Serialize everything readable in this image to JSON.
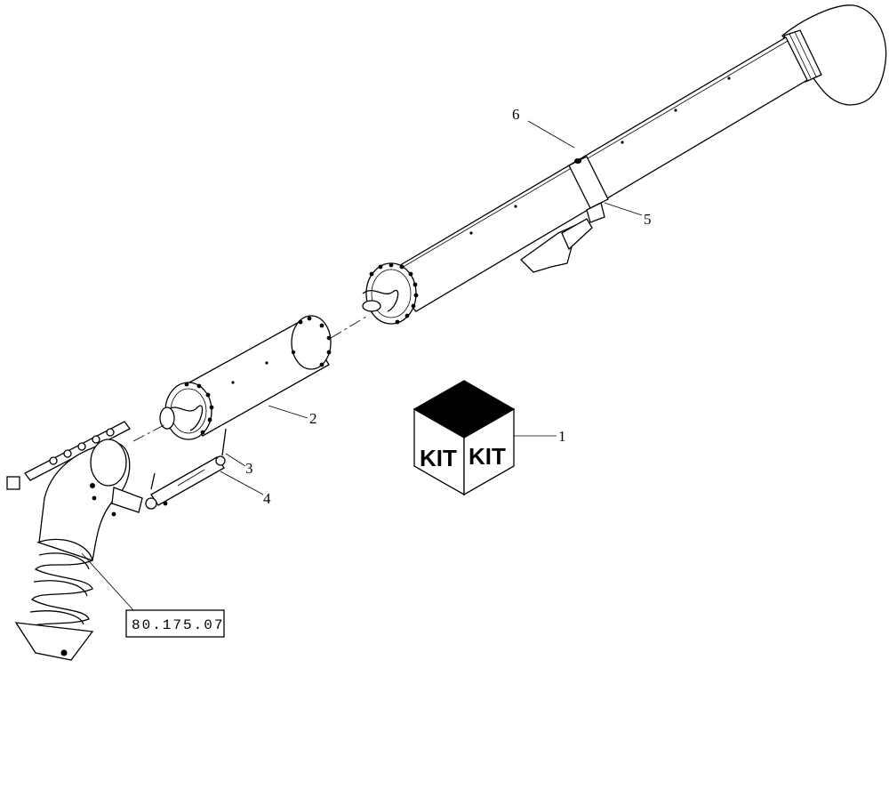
{
  "diagram": {
    "callouts": [
      {
        "id": "c1",
        "label": "1"
      },
      {
        "id": "c2",
        "label": "2"
      },
      {
        "id": "c3",
        "label": "3"
      },
      {
        "id": "c4",
        "label": "4"
      },
      {
        "id": "c5",
        "label": "5"
      },
      {
        "id": "c6",
        "label": "6"
      }
    ],
    "reference_box": {
      "label": "80.175.07"
    },
    "kit": {
      "face_left": "KIT",
      "face_right": "KIT"
    }
  }
}
